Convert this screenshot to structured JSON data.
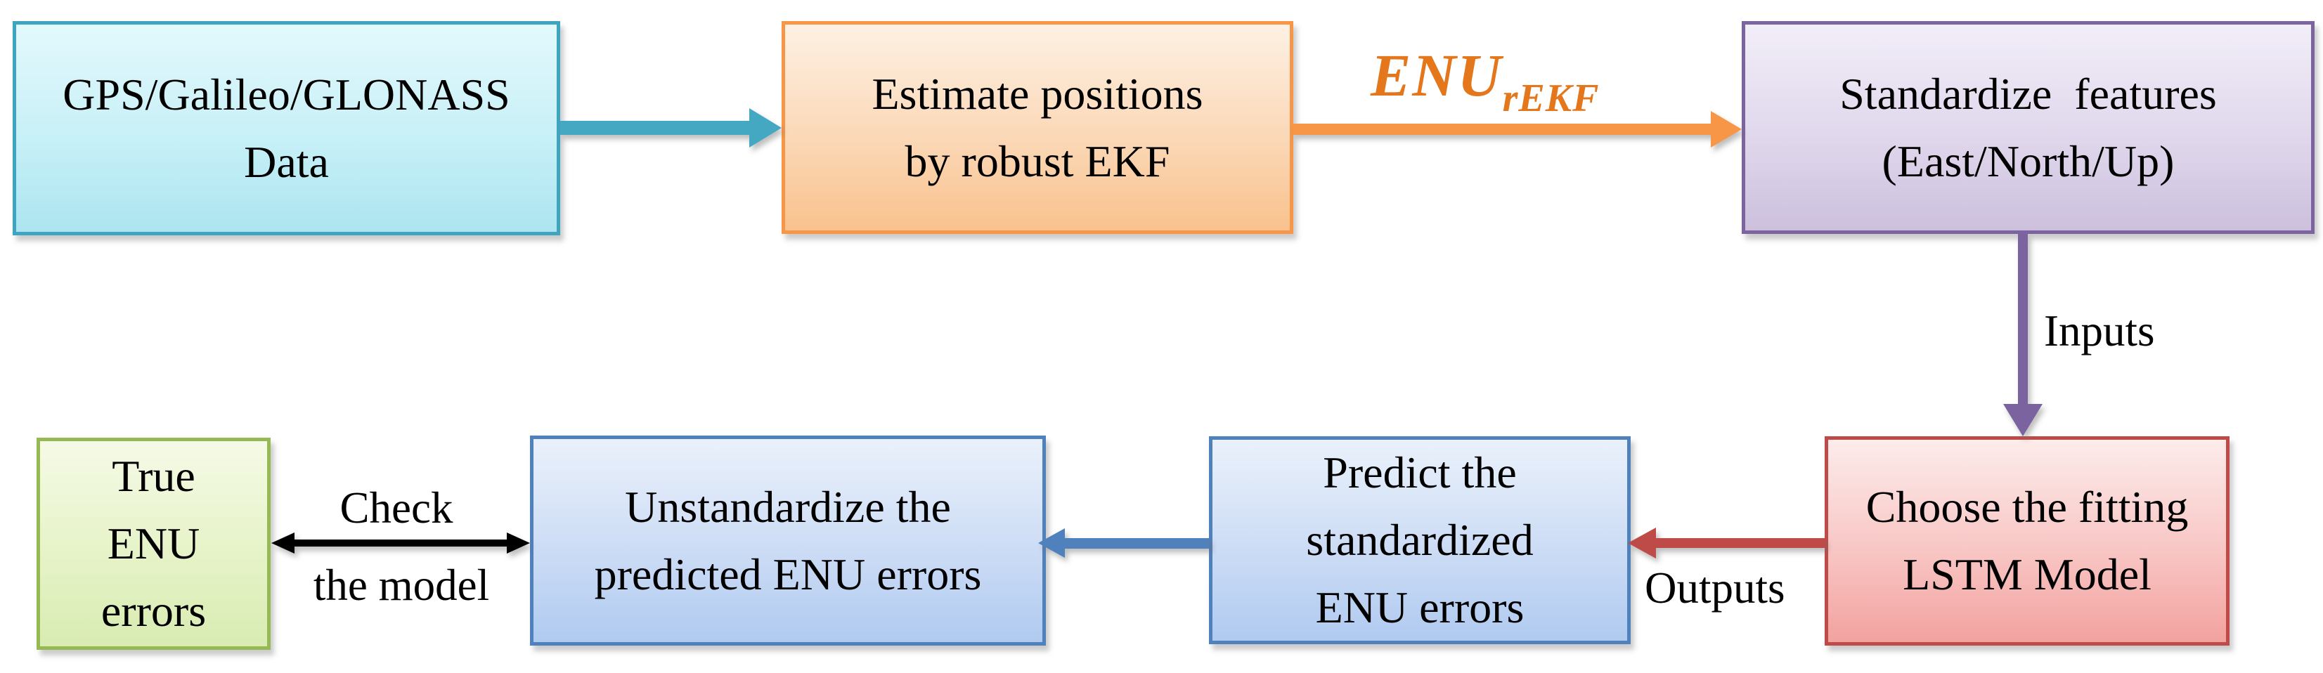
{
  "diagram": {
    "background": "#FFFFFF",
    "boxes": [
      {
        "id": "gnss-data",
        "label": "GPS/Galileo/GLONASS\nData",
        "border_color": "#3EA5C1",
        "fill_top": "#E3F9FC",
        "fill_bottom": "#ACE5F0"
      },
      {
        "id": "robust-ekf",
        "label": "Estimate positions\nby robust EKF",
        "border_color": "#F79646",
        "fill_top": "#FDF1E4",
        "fill_bottom": "#F9C28E"
      },
      {
        "id": "standardize",
        "label": "Standardize  features\n(East/North/Up)",
        "border_color": "#7C64A0",
        "fill_top": "#F2EEF8",
        "fill_bottom": "#CCC0DD"
      },
      {
        "id": "lstm-model",
        "label": "Choose the fitting\nLSTM Model",
        "border_color": "#BE4B48",
        "fill_top": "#FCECEB",
        "fill_bottom": "#F2A29F"
      },
      {
        "id": "predict",
        "label": "Predict the\nstandardized\nENU errors",
        "border_color": "#4F81BD",
        "fill_top": "#EAF1FB",
        "fill_bottom": "#B0CAF0"
      },
      {
        "id": "unstandardize",
        "label": "Unstandardize the\npredicted ENU errors",
        "border_color": "#4F81BD",
        "fill_top": "#EAF1FB",
        "fill_bottom": "#B0CAF0"
      },
      {
        "id": "true-enu-errors",
        "label": "True\nENU\nerrors",
        "border_color": "#96B953",
        "fill_top": "#F5FAE6",
        "fill_bottom": "#D9ECB2"
      }
    ],
    "edge_labels": {
      "enu_main": "ENU",
      "enu_sub": "rEKF",
      "inputs": "Inputs",
      "outputs": "Outputs",
      "check_top": "Check",
      "check_bottom": "the model"
    },
    "arrow_colors": {
      "teal": "#45A8C3",
      "orange": "#F79646",
      "purple": "#7B639F",
      "red": "#BE4B48",
      "blue": "#4F81BD",
      "black": "#000000"
    },
    "enu_label_color": "#E4761B"
  }
}
